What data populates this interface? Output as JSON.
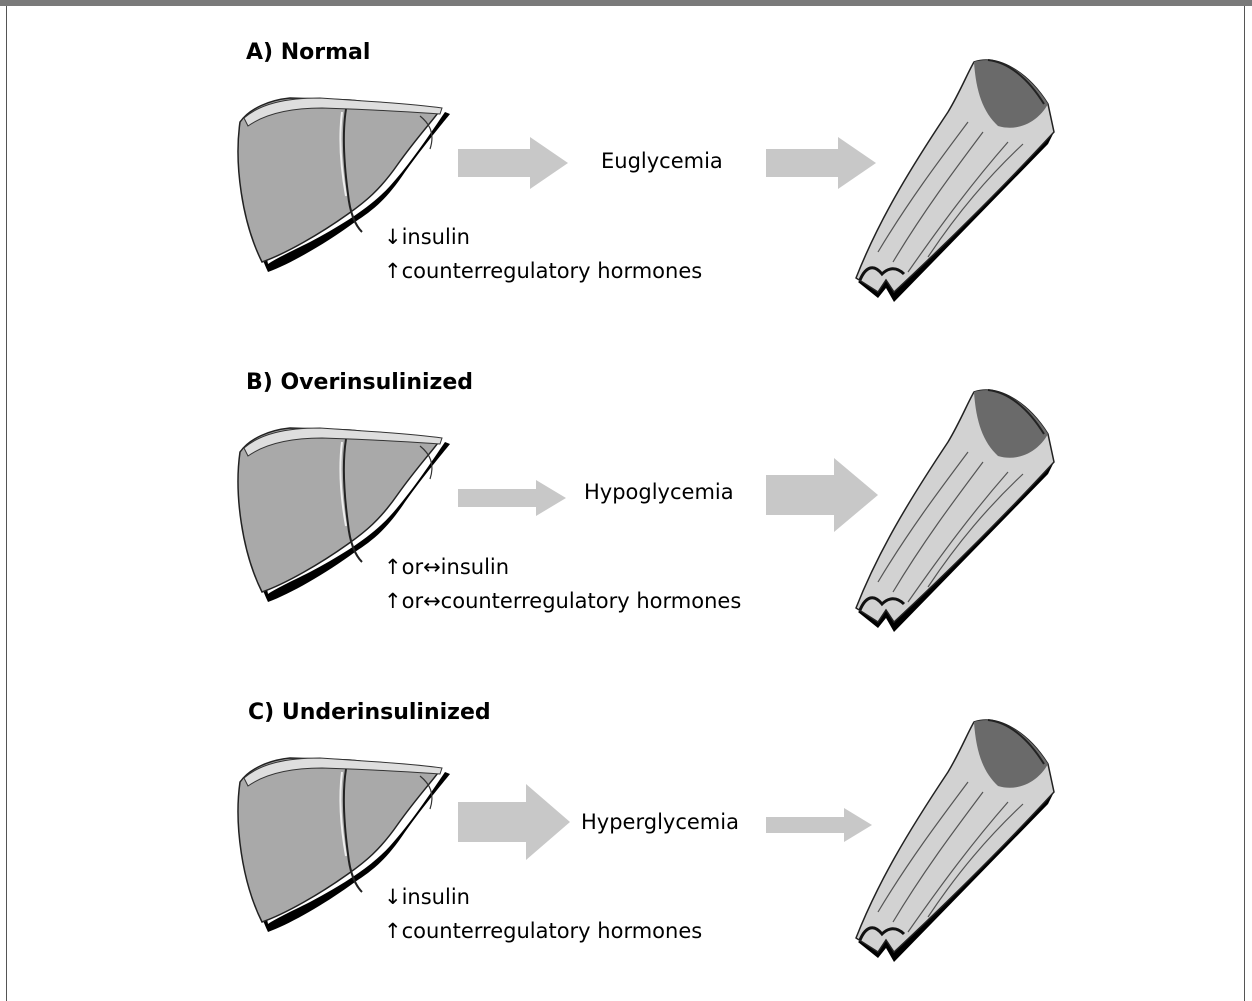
{
  "header": {
    "title_fragment": "(      )"
  },
  "panels": [
    {
      "heading": "A) Normal",
      "outcome": "Euglycemia",
      "line1": "↓insulin",
      "line2": "↑counterregulatory hormones"
    },
    {
      "heading": "B) Overinsulinized",
      "outcome": "Hypoglycemia",
      "line1": "↑or↔insulin",
      "line2": "↑or↔counterregulatory hormones"
    },
    {
      "heading": "C) Underinsulinized",
      "outcome": "Hyperglycemia",
      "line1": "↓insulin",
      "line2": "↑counterregulatory hormones"
    }
  ],
  "colors": {
    "arrow": "#c8c8c8",
    "organ": "#a9a9a9",
    "shadow": "#000000",
    "border": "#7a7a7a"
  },
  "icons": {
    "liver": "liver-icon",
    "muscle": "muscle-icon"
  }
}
